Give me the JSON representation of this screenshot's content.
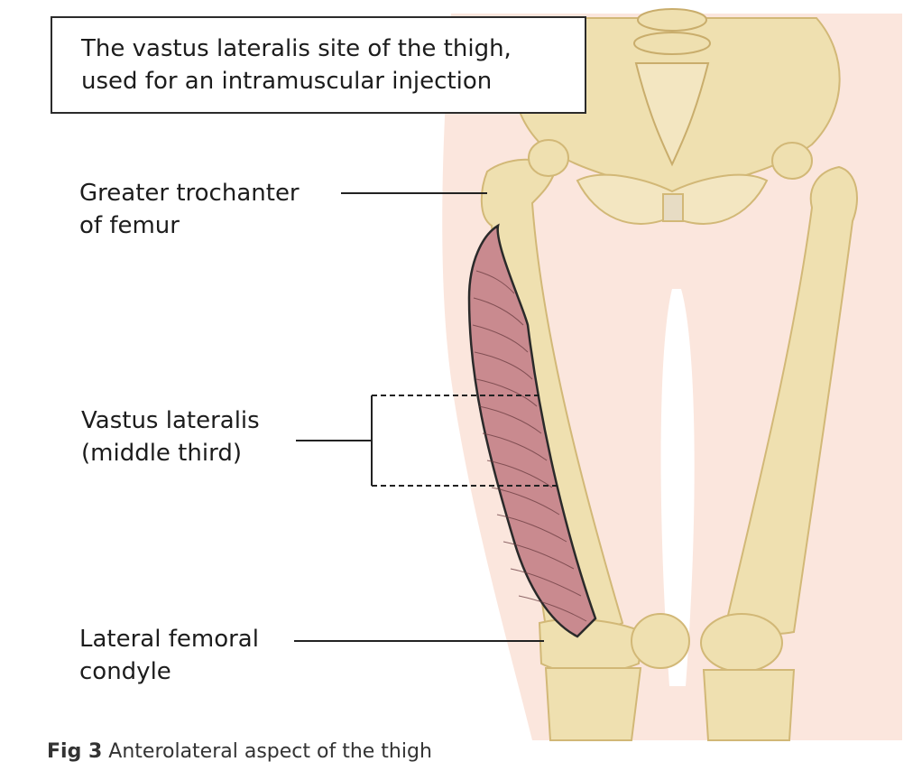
{
  "title": {
    "line1": "The vastus lateralis site of the thigh,",
    "line2": "used for an intramuscular injection"
  },
  "labels": {
    "greater_trochanter": {
      "line1": "Greater trochanter",
      "line2": "of femur"
    },
    "vastus_lateralis": {
      "line1": "Vastus lateralis",
      "line2": "(middle third)"
    },
    "lateral_femoral_condyle": {
      "line1": "Lateral femoral",
      "line2": "condyle"
    }
  },
  "caption": {
    "prefix": "Fig 3",
    "text": " Anterolateral aspect of the thigh"
  },
  "colors": {
    "skin": "#fbe6dd",
    "bone": "#efe0b0",
    "bone_shadow": "#dcc487",
    "muscle": "#c98a8f",
    "leader_line": "#222222"
  }
}
